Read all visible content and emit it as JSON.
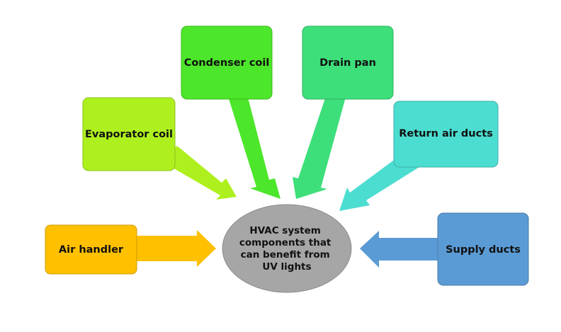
{
  "diagram": {
    "center": {
      "lines": [
        "HVAC system",
        "components that",
        "can benefit from",
        "UV lights"
      ],
      "color": "#A6A6A6"
    },
    "components": [
      {
        "id": "air-handler",
        "label": "Air handler",
        "color": "#FFC000"
      },
      {
        "id": "evaporator-coil",
        "label": "Evaporator coil",
        "color": "#AEF01E"
      },
      {
        "id": "condenser-coil",
        "label": "Condenser coil",
        "color": "#4CE62A"
      },
      {
        "id": "drain-pan",
        "label": "Drain pan",
        "color": "#3DDF7A"
      },
      {
        "id": "return-air-ducts",
        "label": "Return air ducts",
        "color": "#4CDDD1"
      },
      {
        "id": "supply-ducts",
        "label": "Supply ducts",
        "color": "#5B9BD5"
      }
    ]
  }
}
